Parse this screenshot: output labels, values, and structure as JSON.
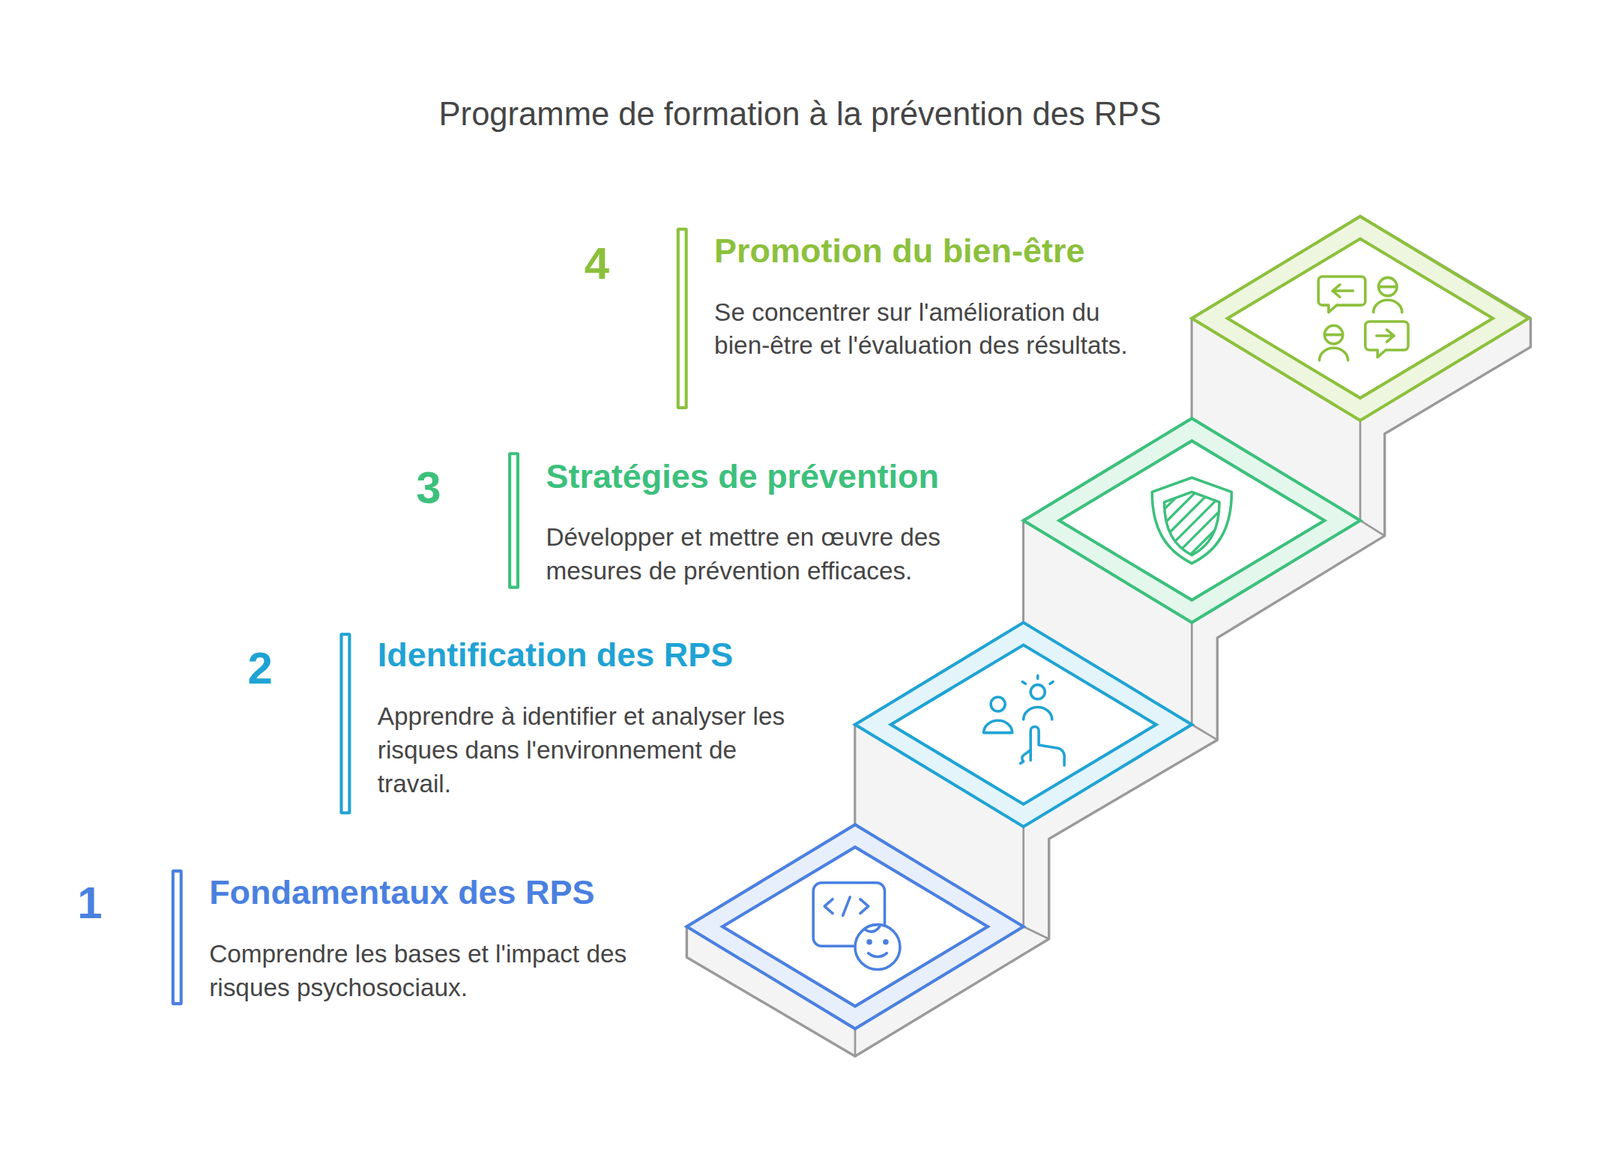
{
  "diagram": {
    "title": "Programme de formation à la prévention des RPS",
    "nodes": [
      {
        "text": [
          "Fondamentaux des RPS",
          "Comprendre les bases et l'impact des risques psychosociaux."
        ]
      },
      {
        "text": [
          "Identification des RPS",
          "Apprendre à identifier et analyser les risques dans l'environnement de travail."
        ]
      },
      {
        "text": [
          "Stratégies de prévention",
          "Développer et mettre en œuvre des mesures de prévention efficaces."
        ]
      },
      {
        "text": [
          "Promotion du bien-être",
          "Se concentrer sur l'amélioration du bien-être et l'évaluation des résultats."
        ]
      }
    ],
    "labels": [
      "1",
      "2",
      "3",
      "4"
    ]
  }
}
